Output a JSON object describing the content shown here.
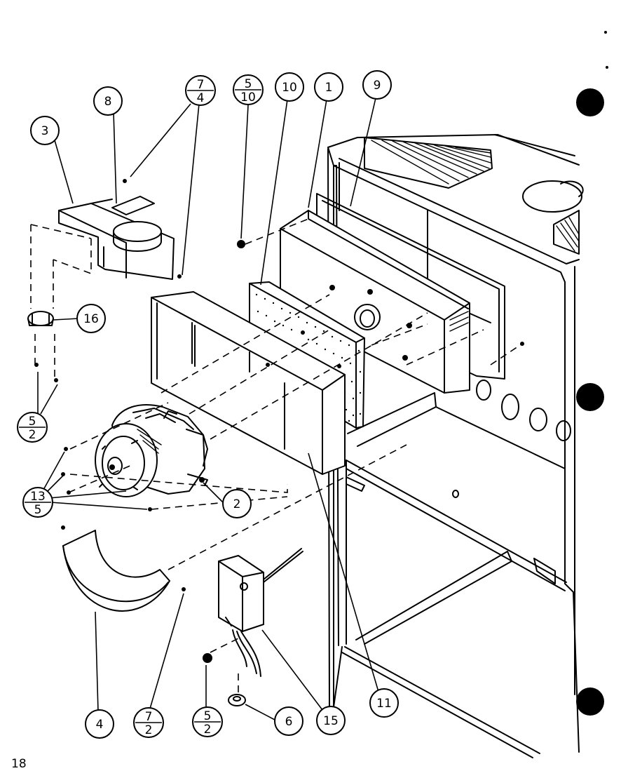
{
  "page_number": "18",
  "callouts": {
    "c1": "1",
    "c2": "2",
    "c3": "3",
    "c4": "4",
    "c6": "6",
    "c8": "8",
    "c9": "9",
    "c10": "10",
    "c11": "11",
    "c15": "15",
    "c16": "16",
    "frac_7_4": {
      "top": "7",
      "bottom": "4"
    },
    "frac_5_10": {
      "top": "5",
      "bottom": "10"
    },
    "frac_5_2_left": {
      "top": "5",
      "bottom": "2"
    },
    "frac_13_5": {
      "top": "13",
      "bottom": "5"
    },
    "frac_7_2": {
      "top": "7",
      "bottom": "2"
    },
    "frac_5_2_bottom": {
      "top": "5",
      "bottom": "2"
    }
  }
}
